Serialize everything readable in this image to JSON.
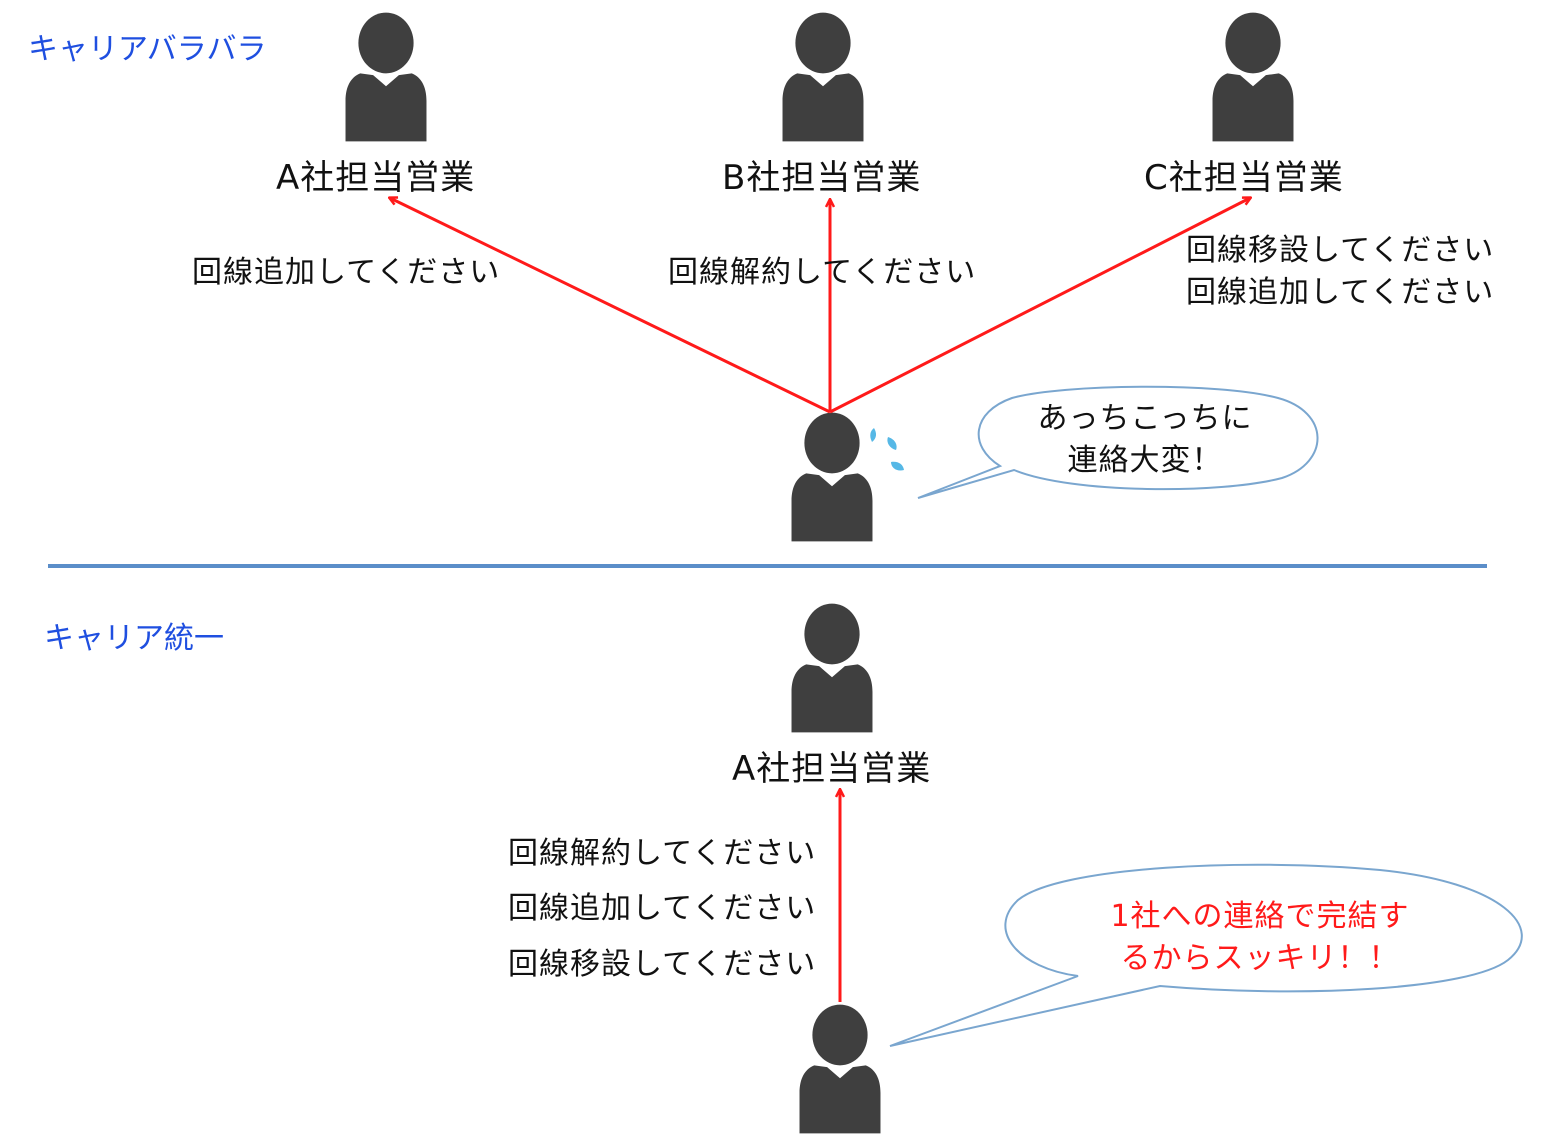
{
  "colors": {
    "arrow": "#ff1a1a",
    "section_title": "#1f4fe0",
    "divider": "#5b8ec9",
    "person": "#3f3f3f",
    "bubble_stroke": "#7aa6cf",
    "sweat": "#56b8e6",
    "bubble2_text": "#ff1a1a"
  },
  "top": {
    "title": "キャリアバラバラ",
    "carriers": [
      {
        "name": "A社担当営業",
        "requests": [
          "回線追加してください"
        ]
      },
      {
        "name": "B社担当営業",
        "requests": [
          "回線解約してください"
        ]
      },
      {
        "name": "C社担当営業",
        "requests": [
          "回線移設してください",
          "回線追加してください"
        ]
      }
    ],
    "bubble": [
      "あっちこっちに",
      "連絡大変！"
    ]
  },
  "bottom": {
    "title": "キャリア統一",
    "carrier": {
      "name": "A社担当営業"
    },
    "requests": [
      "回線解約してください",
      "回線追加してください",
      "回線移設してください"
    ],
    "bubble": [
      "1社への連絡で完結す",
      "るからスッキリ！！"
    ]
  }
}
